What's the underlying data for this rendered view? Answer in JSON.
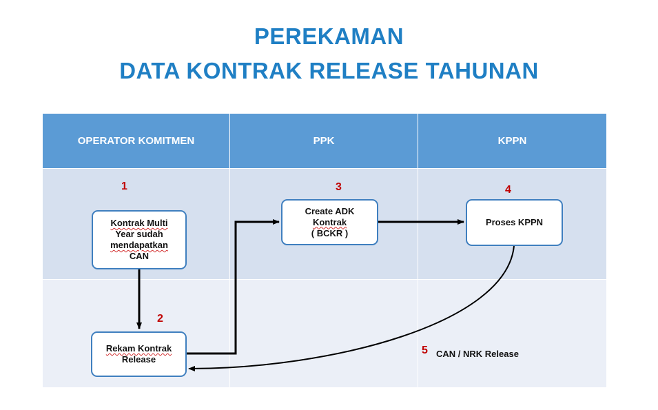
{
  "title": {
    "line1": "PEREKAMAN",
    "line2": "DATA KONTRAK RELEASE TAHUNAN"
  },
  "lanes": [
    "OPERATOR KOMITMEN",
    "PPK",
    "KPPN"
  ],
  "steps": {
    "s1": {
      "number": "1",
      "lines": [
        "Kontrak Multi",
        "Year sudah",
        "mendapatkan",
        "CAN"
      ]
    },
    "s2": {
      "number": "2",
      "lines": [
        "Rekam Kontrak",
        "Release"
      ]
    },
    "s3": {
      "number": "3",
      "lines": [
        "Create ADK",
        "Kontrak",
        "( BCKR )"
      ]
    },
    "s4": {
      "number": "4",
      "lines": [
        "Proses KPPN"
      ]
    },
    "s5": {
      "number": "5",
      "label": "CAN / NRK Release"
    }
  },
  "colors": {
    "title": "#1f7fc4",
    "header": "#5b9bd5",
    "band_upper": "#d6e0ef",
    "band_lower": "#ebeff7",
    "box_border": "#3f7fbf",
    "step_number": "#c00000"
  }
}
